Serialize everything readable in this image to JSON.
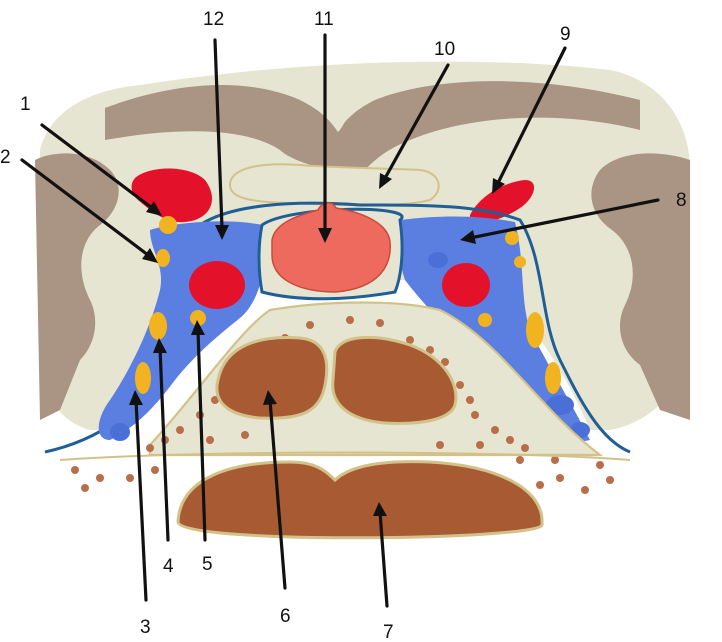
{
  "labels": {
    "l1": "1",
    "l2": "2",
    "l3": "3",
    "l4": "4",
    "l5": "5",
    "l6": "6",
    "l7": "7",
    "l8": "8",
    "l9": "9",
    "l10": "10",
    "l11": "11",
    "l12": "12"
  },
  "colors": {
    "bone": "#aa9483",
    "cartilage": "#e6e5d1",
    "vein": "#5a7fe0",
    "artery": "#e3122a",
    "fat": "#f2b321",
    "vertebra": "#a85b32",
    "dot": "#b96e4a",
    "membrane": "#1f5f96",
    "outline": "#d2c28a",
    "sac": "#ef6a5e"
  }
}
